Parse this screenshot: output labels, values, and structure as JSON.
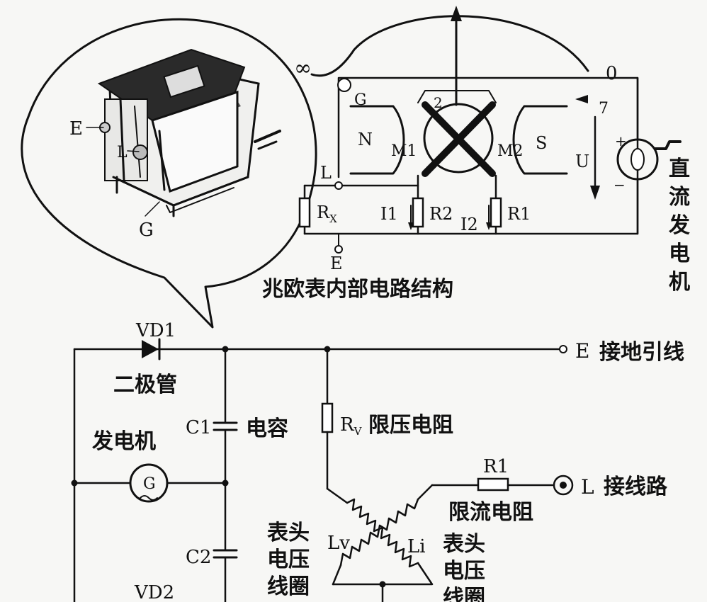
{
  "colors": {
    "ink": "#111111",
    "paper": "#f7f7f5"
  },
  "megger": {
    "title": "兆欧表内部电路结构",
    "scale_infinity": "∞",
    "scale_zero": "0",
    "terminal_g": "G",
    "terminal_l": "L",
    "terminal_e": "E",
    "pole_n": "N",
    "pole_s": "S",
    "coil_m1": "M1",
    "coil_m2": "M2",
    "coil_num_2": "2",
    "coil_num_7": "7",
    "rx": "R",
    "rx_sub": "X",
    "r2": "R2",
    "r1": "R1",
    "i1": "I1",
    "i2": "I2",
    "u": "U",
    "gen_plus": "+",
    "gen_minus": "−",
    "dc_generator": [
      "直",
      "流",
      "发",
      "电",
      "机"
    ]
  },
  "device": {
    "e": "E",
    "l": "L",
    "g": "G"
  },
  "circuit": {
    "vd1": "VD1",
    "diode": "二极管",
    "c1": "C1",
    "capacitor": "电容",
    "generator": "发电机",
    "gen_symbol": "G",
    "c2": "C2",
    "vd2": "VD2",
    "rv": "R",
    "rv_sub": "V",
    "rv_desc": "限压电阻",
    "e_terminal": "E",
    "e_desc": "接地引线",
    "r1": "R1",
    "l_terminal": "L",
    "l_desc": "接线路",
    "r1_desc": "限流电阻",
    "lv": "Lv",
    "li": "Li",
    "head_left": [
      "表头",
      "电压",
      "线圈"
    ],
    "head_right": [
      "表头",
      "电压",
      "线圈"
    ]
  }
}
